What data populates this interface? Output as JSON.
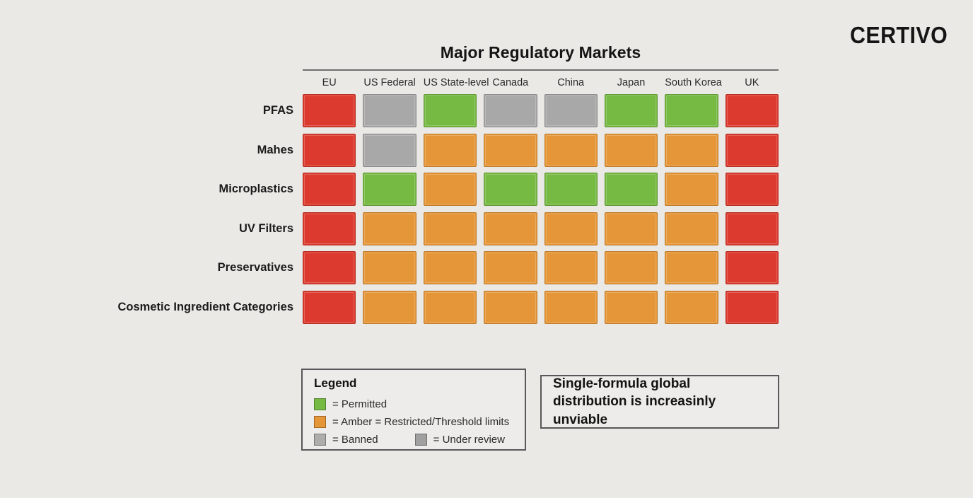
{
  "brand": {
    "logo_text": "CERTIVO"
  },
  "chart_data": {
    "type": "heatmap",
    "title": "Major Regulatory Markets",
    "xlabel": "",
    "ylabel": "",
    "grid": false,
    "legend_position": "bottom-left",
    "categories": [
      "EU",
      "US Federal",
      "US State-level",
      "Canada",
      "China",
      "Japan",
      "South Korea",
      "UK"
    ],
    "rows": [
      "PFAS",
      "Mahes",
      "Microplastics",
      "UV Filters",
      "Preservatives",
      "Cosmetic Ingredient Categories"
    ],
    "value_labels": [
      "banned",
      "under-review",
      "permitted",
      "restricted"
    ],
    "color_map": {
      "banned": "#dc3a2e",
      "under-review": "#a8a8a8",
      "permitted": "#76b943",
      "restricted": "#e59638"
    },
    "values": [
      [
        "banned",
        "under-review",
        "permitted",
        "under-review",
        "under-review",
        "permitted",
        "permitted",
        "banned"
      ],
      [
        "banned",
        "under-review",
        "restricted",
        "restricted",
        "restricted",
        "restricted",
        "restricted",
        "banned"
      ],
      [
        "banned",
        "permitted",
        "restricted",
        "permitted",
        "permitted",
        "permitted",
        "restricted",
        "banned"
      ],
      [
        "banned",
        "restricted",
        "restricted",
        "restricted",
        "restricted",
        "restricted",
        "restricted",
        "banned"
      ],
      [
        "banned",
        "restricted",
        "restricted",
        "restricted",
        "restricted",
        "restricted",
        "restricted",
        "banned"
      ],
      [
        "banned",
        "restricted",
        "restricted",
        "restricted",
        "restricted",
        "restricted",
        "restricted",
        "banned"
      ]
    ]
  },
  "legend": {
    "title": "Legend",
    "items": [
      {
        "color": "#76b943",
        "label": "= Permitted"
      },
      {
        "color": "#e59638",
        "label": "= Amber = Restricted/Threshold limits"
      },
      {
        "color": "#adadad",
        "label": "= Banned"
      },
      {
        "color": "#a0a0a0",
        "label": "= Under review"
      }
    ]
  },
  "callout": {
    "text": "Single-formula global distribution is increasinly unviable"
  }
}
